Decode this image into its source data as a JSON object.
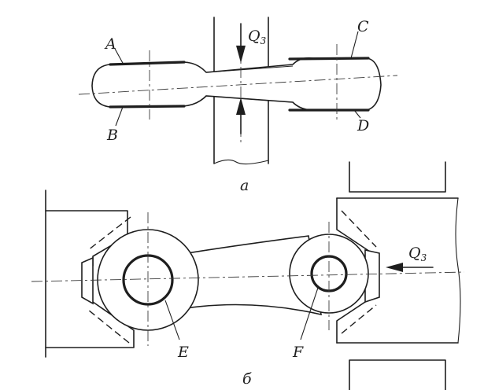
{
  "top": {
    "force_label": "Q",
    "force_sub": "3",
    "points": [
      "A",
      "B",
      "C",
      "D"
    ],
    "caption": "a"
  },
  "bottom": {
    "force_label": "Q",
    "force_sub": "3",
    "points": [
      "E",
      "F"
    ],
    "caption": "б"
  },
  "colors": {
    "ink": "#1e1e1e",
    "paper": "#ffffff"
  }
}
